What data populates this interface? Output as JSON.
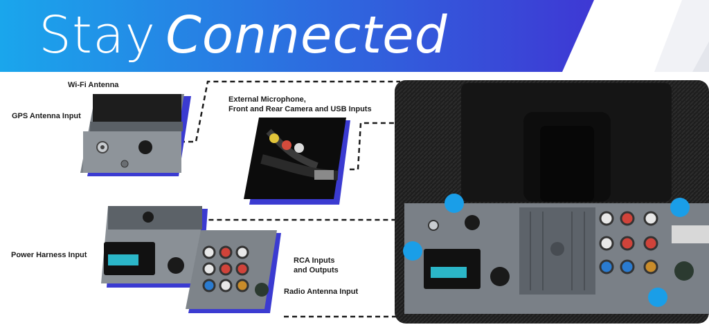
{
  "header": {
    "title_light": "Stay",
    "title_italic": "Connected",
    "colors": {
      "gradient_start": "#1aa3ea",
      "gradient_end": "#3c3ad6",
      "accent": "#3b3bd1"
    }
  },
  "callouts": {
    "wifi_antenna": "Wi-Fi Antenna",
    "gps_antenna": "GPS Antenna Input",
    "external_mic_line1": "External Microphone,",
    "external_mic_line2": "Front and Rear Camera and USB Inputs",
    "power_harness": "Power Harness Input",
    "rca_line1": "RCA Inputs",
    "rca_line2": "and Outputs",
    "radio_antenna": "Radio Antenna Input"
  },
  "markers": {
    "color": "#1a9ee8"
  }
}
